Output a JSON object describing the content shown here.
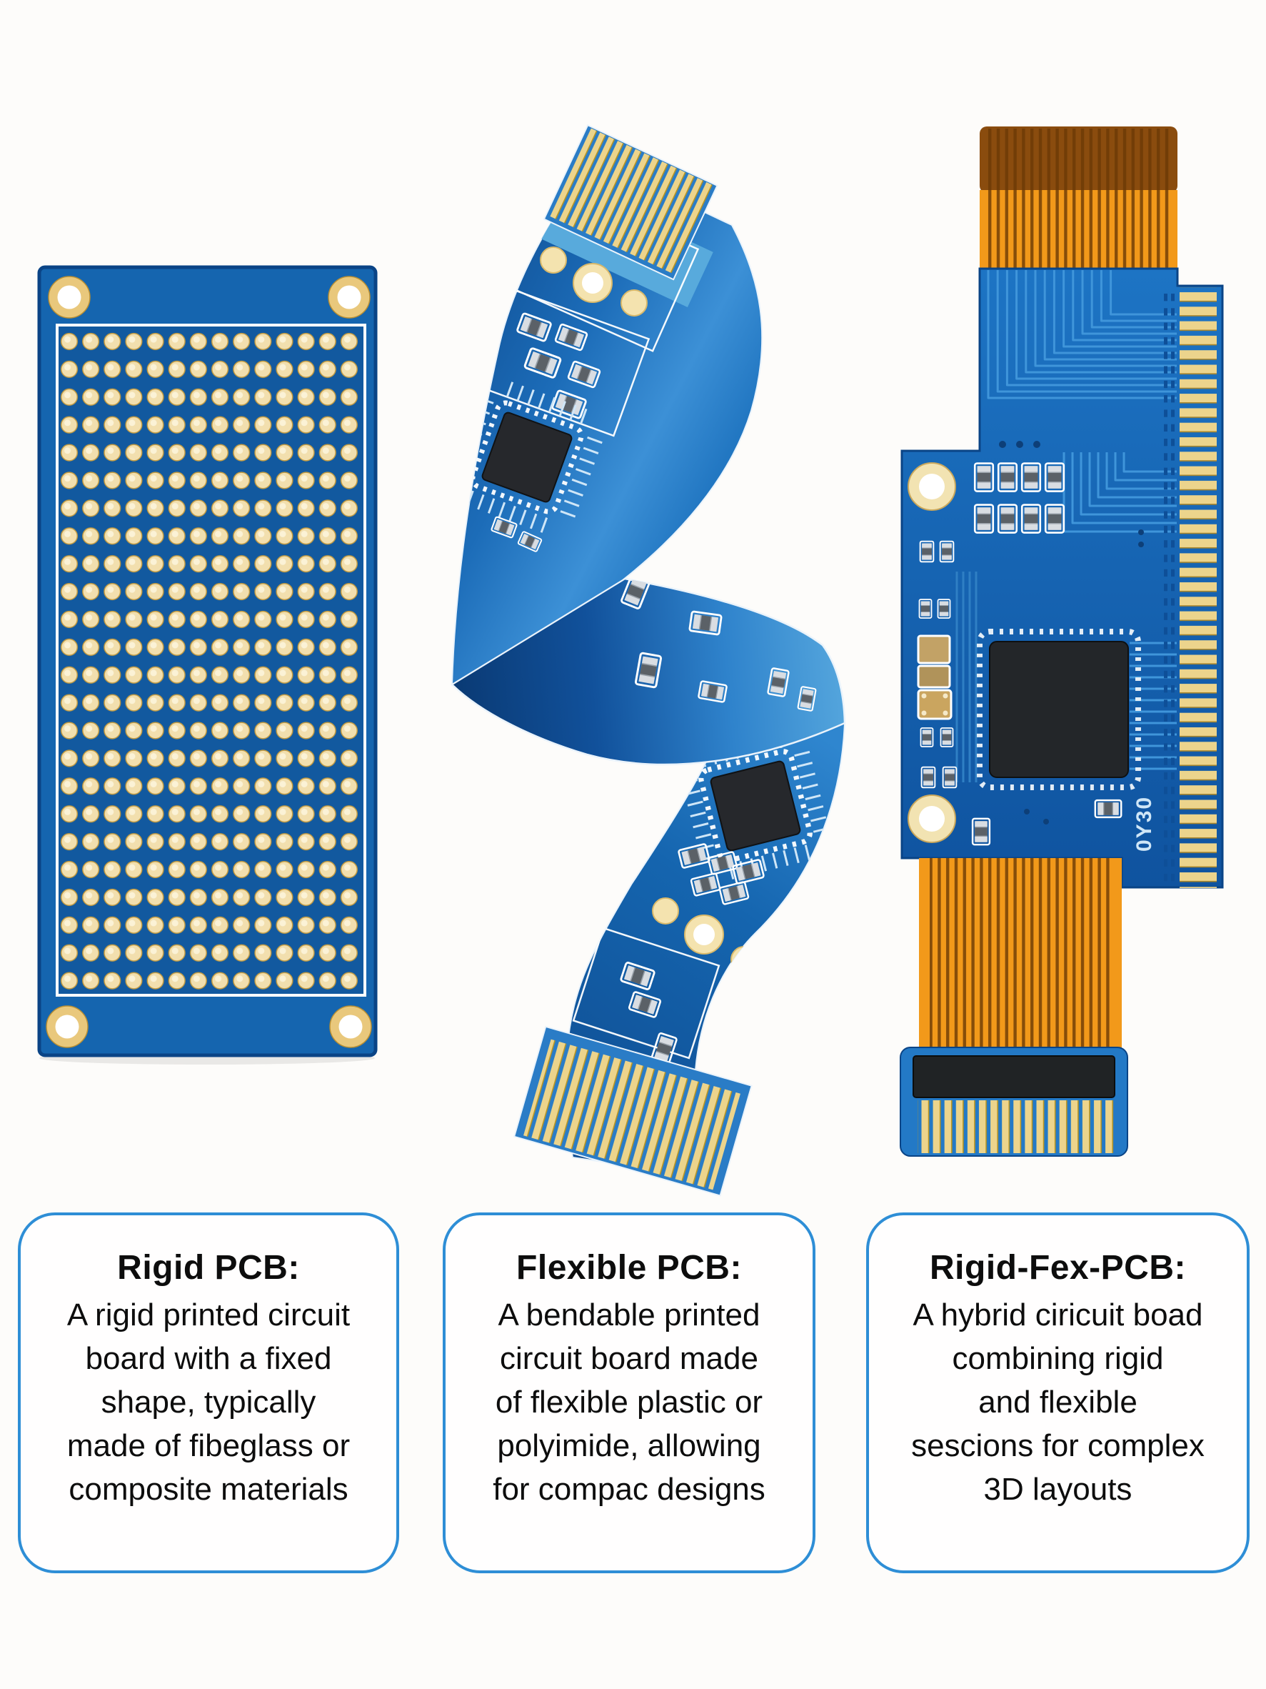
{
  "figure": {
    "background": "#fdfcfa",
    "silkscreen": "0Y30",
    "colors": {
      "card_border": "#2e8ed6",
      "board_blue": "#1565af",
      "flex_blue": "#1e72c0",
      "flex_orange": "#f2991a",
      "flex_brown": "#8a4c0e",
      "gold": "#ecd48c",
      "text": "#0d0d0d"
    },
    "panels": [
      {
        "id": "rigid",
        "title": "Rigid PCB:",
        "lines": [
          "A rigid printed circuit",
          "board with a fixed",
          "shape, typically",
          "made of fibeglass or",
          "composite materials"
        ]
      },
      {
        "id": "flexible",
        "title": "Flexible PCB:",
        "lines": [
          "A bendable printed",
          "circuit board made",
          "of flexible plastic or",
          "polyimide, allowing",
          "for compac designs"
        ]
      },
      {
        "id": "rigid-flex",
        "title": "Rigid-Fex-PCB:",
        "lines": [
          "A hybrid ciricuit boad",
          "combining rigid",
          "and flexible",
          "sescions for complex",
          "3D layouts"
        ]
      }
    ]
  }
}
